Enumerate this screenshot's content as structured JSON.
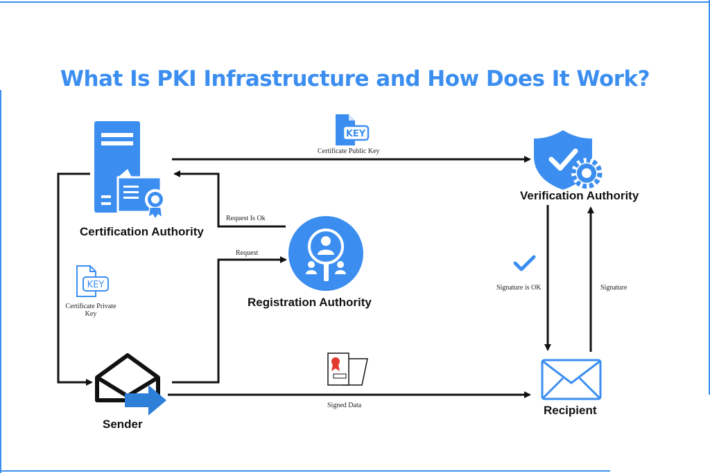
{
  "title": "What Is PKI Infrastructure and How Does It Work?",
  "colors": {
    "accent": "#3b8ef0",
    "arrow": "#111111"
  },
  "nodes": {
    "certification_authority": "Certification Authority",
    "registration_authority": "Registration Authority",
    "verification_authority": "Verification Authority",
    "sender": "Sender",
    "recipient": "Recipient"
  },
  "edge_labels": {
    "certificate_public_key": "Certificate Public Key",
    "request_is_ok": "Request Is Ok",
    "request": "Request",
    "certificate_private_key_line1": "Certificate Private",
    "certificate_private_key_line2": "Key",
    "signature_is_ok": "Signature is OK",
    "signature": "Signature",
    "signed_data": "Signed Data"
  },
  "key_badge": "KEY",
  "icons": [
    "server-certificate-icon",
    "key-document-icon",
    "shield-gear-icon",
    "user-search-icon",
    "envelope-send-icon",
    "envelope-icon",
    "signed-folder-icon",
    "checkmark-icon"
  ]
}
